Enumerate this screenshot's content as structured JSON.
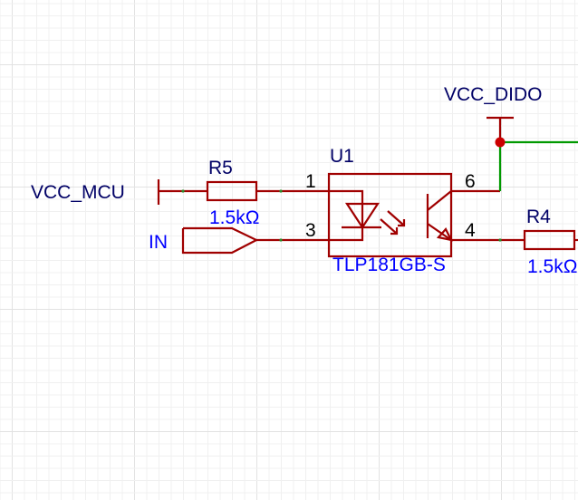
{
  "schematic": {
    "colors": {
      "component": "#a00000",
      "wire": "#009900",
      "junction": "#cc0000",
      "designator_text": "#000066",
      "value_text": "#0000ff",
      "pin_text": "#000000",
      "grid_minor": "#f0f0f0",
      "grid_major": "#e2e2e2"
    },
    "net_labels": {
      "vcc_mcu": "VCC_MCU",
      "vcc_dido": "VCC_DIDO",
      "input_port": "IN"
    },
    "components": {
      "r5": {
        "designator": "R5",
        "value": "1.5kΩ"
      },
      "r4": {
        "designator": "R4",
        "value": "1.5kΩ"
      },
      "u1": {
        "designator": "U1",
        "part": "TLP181GB-S",
        "pins": {
          "p1": "1",
          "p3": "3",
          "p6": "6",
          "p4": "4"
        }
      }
    }
  }
}
